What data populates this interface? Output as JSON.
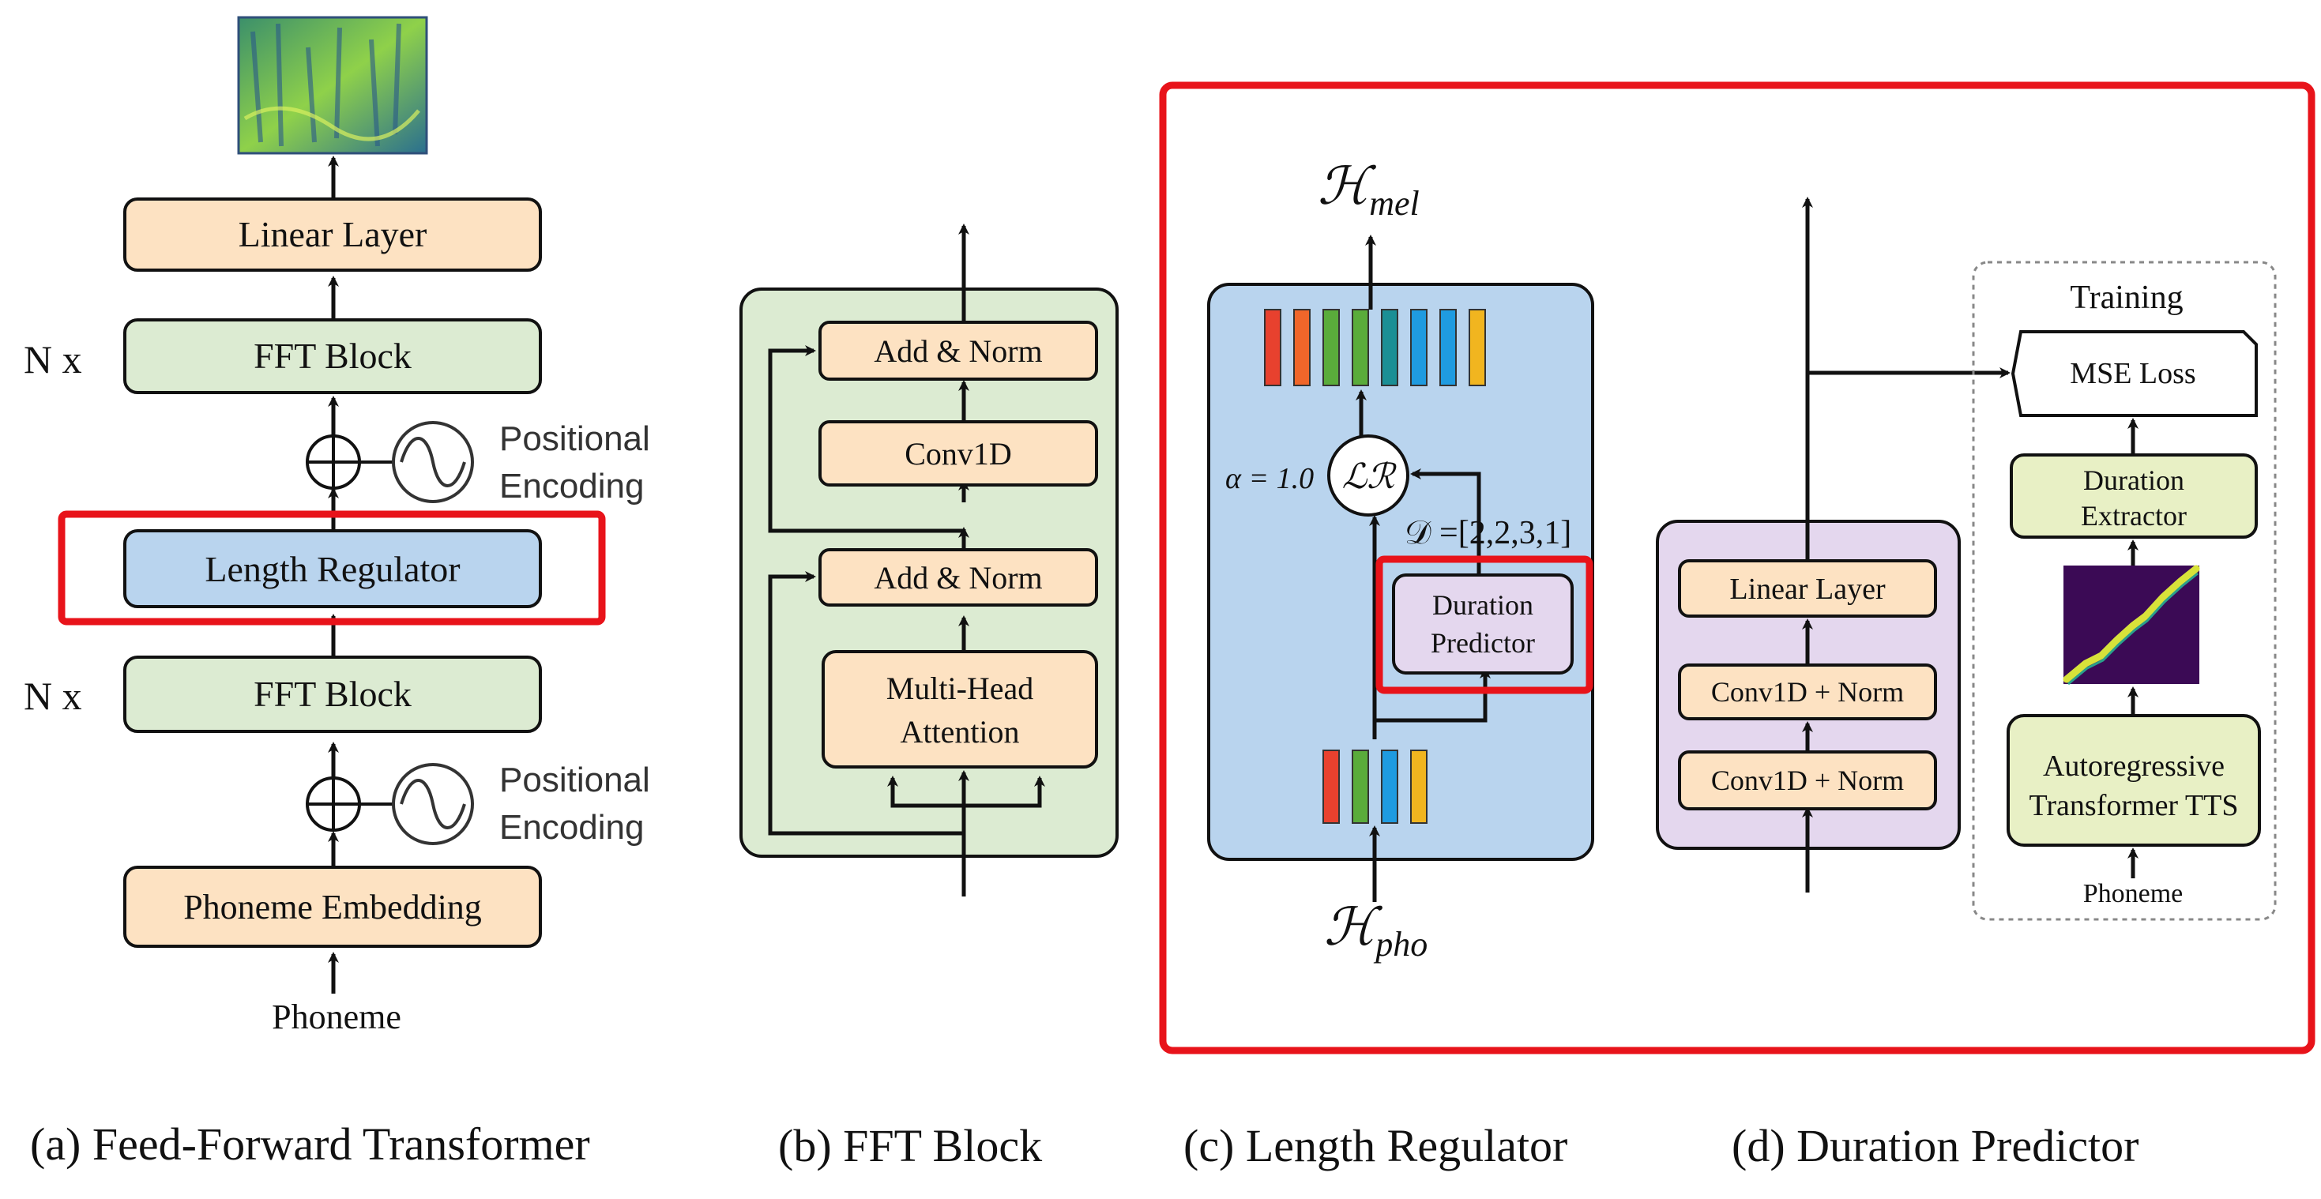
{
  "colors": {
    "orange": "#fde2c2",
    "green": "#dcebd2",
    "blue": "#b9d4ee",
    "purple": "#e4d7ee",
    "yellow_green": "#e8f0c5",
    "red_highlight": "#e8131a",
    "fft_panel": "#dcebd2",
    "lr_panel": "#b9d4ee",
    "dp_panel": "#e4d7ee",
    "bar_red": "#e8412e",
    "bar_orange": "#f0662a",
    "bar_green": "#5aac3b",
    "bar_teal": "#1b8f95",
    "bar_blue": "#1f9be0",
    "bar_yellow": "#f1b51f"
  },
  "feed_forward_transformer": {
    "mel_image": "mel-spectrogram",
    "linear_layer": "Linear Layer",
    "fft_block_top": "FFT Block",
    "nx_top": "N x",
    "positional_encoding_top": [
      "Positional",
      "Encoding"
    ],
    "length_regulator": "Length Regulator",
    "fft_block_bottom": "FFT Block",
    "nx_bottom": "N x",
    "positional_encoding_bottom": [
      "Positional",
      "Encoding"
    ],
    "phoneme_embedding": "Phoneme Embedding",
    "phoneme": "Phoneme",
    "caption": "(a) Feed-Forward Transformer"
  },
  "fft_block": {
    "add_norm_top": "Add & Norm",
    "conv1d": "Conv1D",
    "add_norm_bottom": "Add & Norm",
    "mha": [
      "Multi-Head",
      "Attention"
    ],
    "caption": "(b) FFT Block"
  },
  "length_regulator": {
    "h_mel": "ℋ",
    "h_mel_sub": "mel",
    "alpha": "α = 1.0",
    "lr_symbol": "ℒℛ",
    "duration_label": "𝒟 =[2,2,3,1]",
    "duration_predictor": [
      "Duration",
      "Predictor"
    ],
    "h_pho": "ℋ",
    "h_pho_sub": "pho",
    "caption": "(c) Length Regulator"
  },
  "duration_predictor": {
    "linear_layer": "Linear Layer",
    "conv_norm_top": "Conv1D + Norm",
    "conv_norm_bottom": "Conv1D + Norm",
    "training": "Training",
    "mse_loss": "MSE Loss",
    "duration_extractor": [
      "Duration",
      "Extractor"
    ],
    "alignment_image": "attention-alignment-map",
    "autoregressive": [
      "Autoregressive",
      "Transformer TTS"
    ],
    "phoneme": "Phoneme",
    "caption": "(d) Duration Predictor"
  }
}
